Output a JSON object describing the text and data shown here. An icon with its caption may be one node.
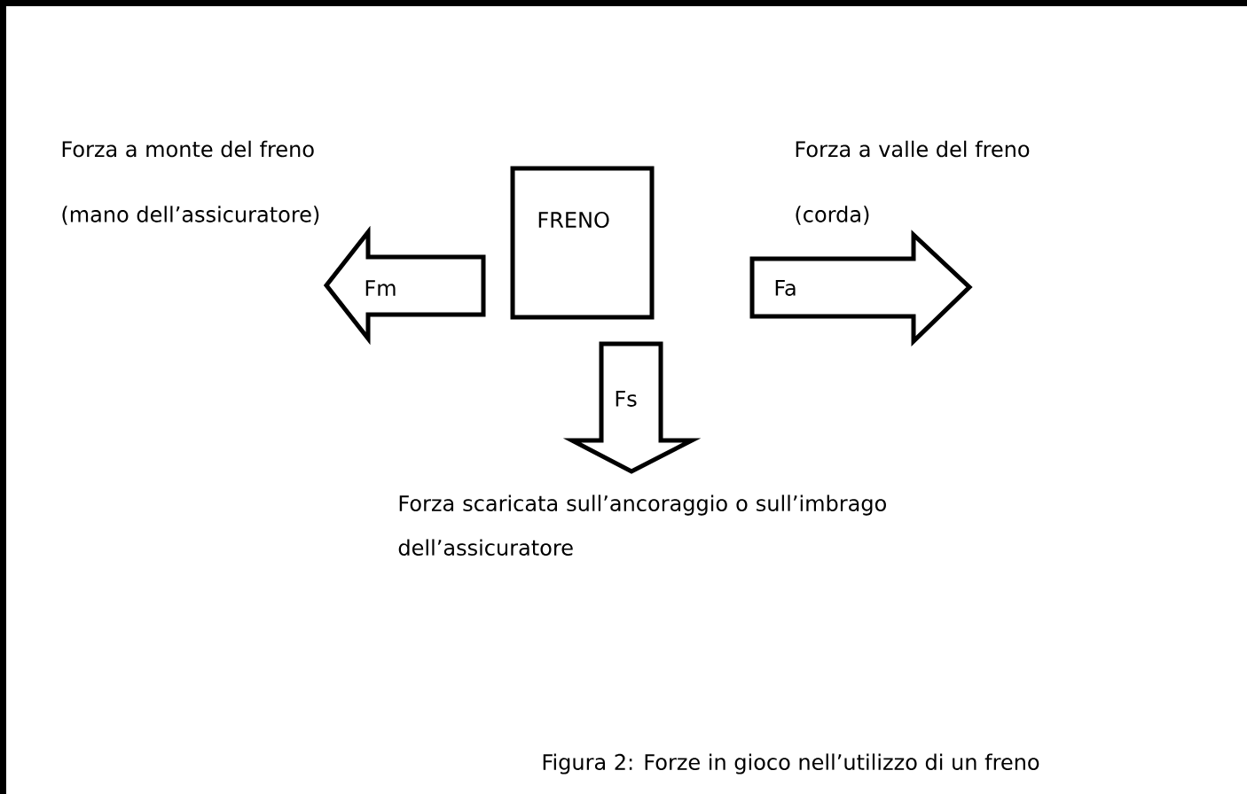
{
  "diagram": {
    "caption": "Figura 2: Forze in gioco nell’utilizzo di un freno",
    "nodes": [
      {
        "text": [
          "Fm"
        ],
        "beside": [
          "Forza a monte del freno",
          "(mano dell’assicuratore)"
        ]
      },
      {
        "text": [
          "FRENO"
        ]
      },
      {
        "text": [
          "Fa"
        ],
        "beside": [
          "Forza a valle del freno",
          "(corda)"
        ]
      },
      {
        "text": [
          "Fs"
        ],
        "beside": [
          "Forza scaricata sull’ancoraggio o sull’imbrago dell’assicuratore"
        ]
      }
    ]
  }
}
